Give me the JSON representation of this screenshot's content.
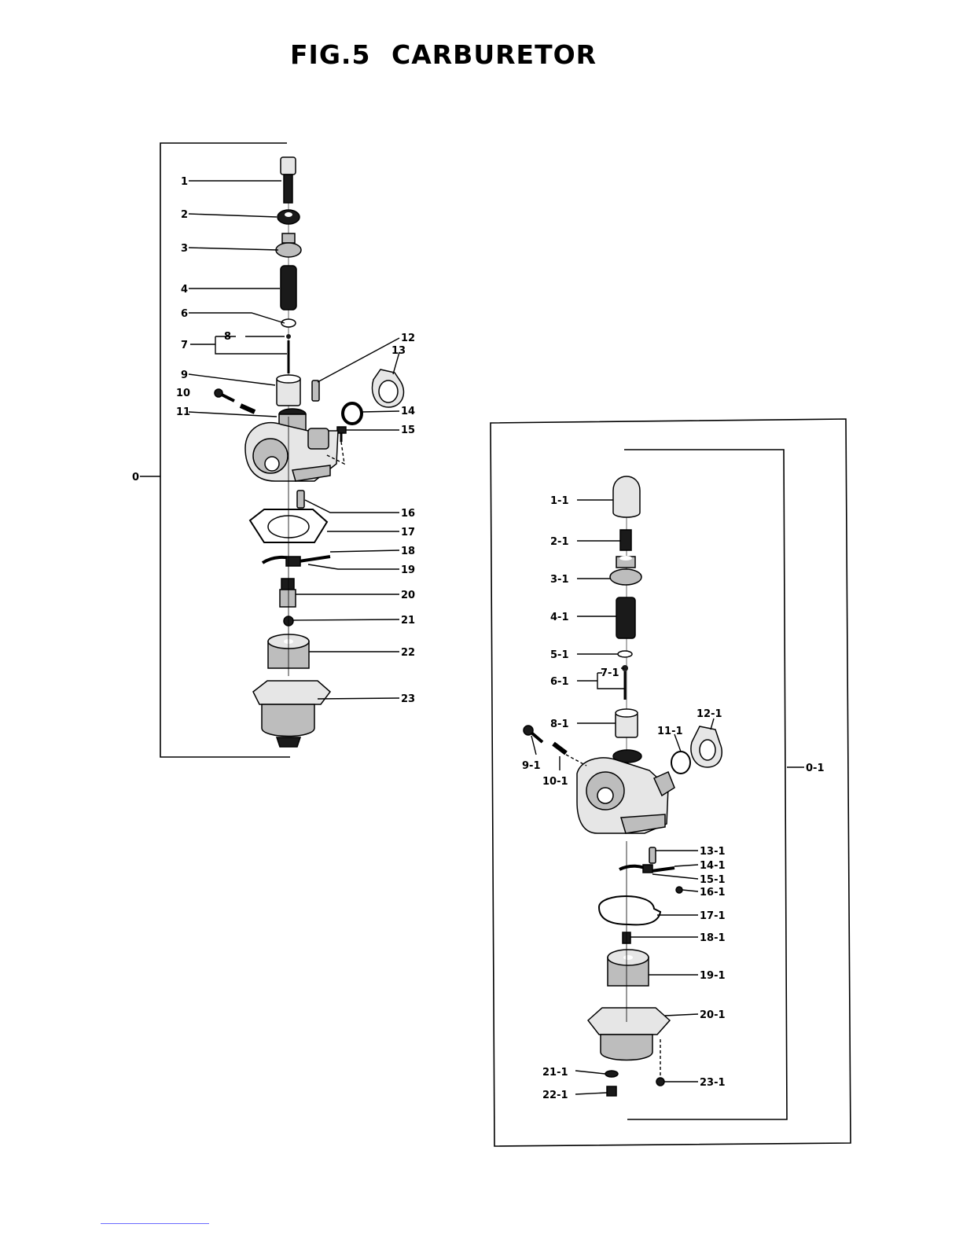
{
  "title": {
    "fig": "FIG.5",
    "name": "CARBURETOR"
  },
  "assembly_left": {
    "label": "0",
    "callouts": [
      "1",
      "2",
      "3",
      "4",
      "6",
      "7",
      "8",
      "9",
      "10",
      "11",
      "12",
      "13",
      "14",
      "15",
      "16",
      "17",
      "18",
      "19",
      "20",
      "21",
      "22",
      "23"
    ]
  },
  "assembly_right": {
    "label": "0-1",
    "callouts": [
      "1-1",
      "2-1",
      "3-1",
      "4-1",
      "5-1",
      "6-1",
      "7-1",
      "8-1",
      "9-1",
      "10-1",
      "11-1",
      "12-1",
      "13-1",
      "14-1",
      "15-1",
      "16-1",
      "17-1",
      "18-1",
      "19-1",
      "20-1",
      "21-1",
      "22-1",
      "23-1"
    ]
  }
}
